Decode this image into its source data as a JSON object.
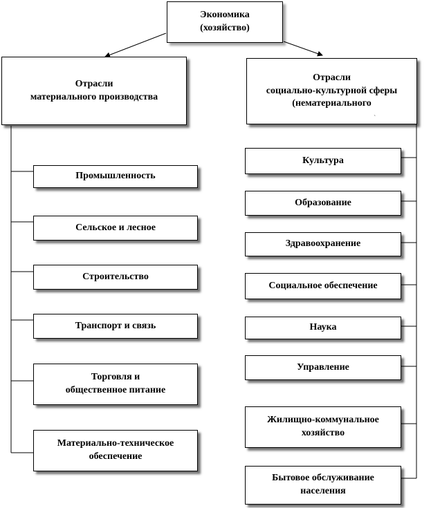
{
  "root": {
    "line1": "Экономика",
    "line2": "(хозяйство)"
  },
  "left_branch": {
    "line1": "Отрасли",
    "line2": "материального производства"
  },
  "right_branch": {
    "line1": "Отрасли",
    "line2": "социально-культурной сферы",
    "line3": "(нематериального"
  },
  "left_items": [
    {
      "line1": "Промышленность",
      "line2": ""
    },
    {
      "line1": "Сельское и лесное",
      "line2": ""
    },
    {
      "line1": "Строительство",
      "line2": ""
    },
    {
      "line1": "Транспорт и связь",
      "line2": ""
    },
    {
      "line1": "Торговля и",
      "line2": "общественное питание"
    },
    {
      "line1": "Материально-техническое",
      "line2": "обеспечение"
    }
  ],
  "right_items": [
    {
      "line1": "Культура",
      "line2": ""
    },
    {
      "line1": "Образование",
      "line2": ""
    },
    {
      "line1": "Здравоохранение",
      "line2": ""
    },
    {
      "line1": "Социальное обеспечение",
      "line2": ""
    },
    {
      "line1": "Наука",
      "line2": ""
    },
    {
      "line1": "Управление",
      "line2": ""
    },
    {
      "line1": "Жилищно-коммунальное",
      "line2": "хозяйство"
    },
    {
      "line1": "Бытовое обслуживание",
      "line2": "населения"
    }
  ]
}
